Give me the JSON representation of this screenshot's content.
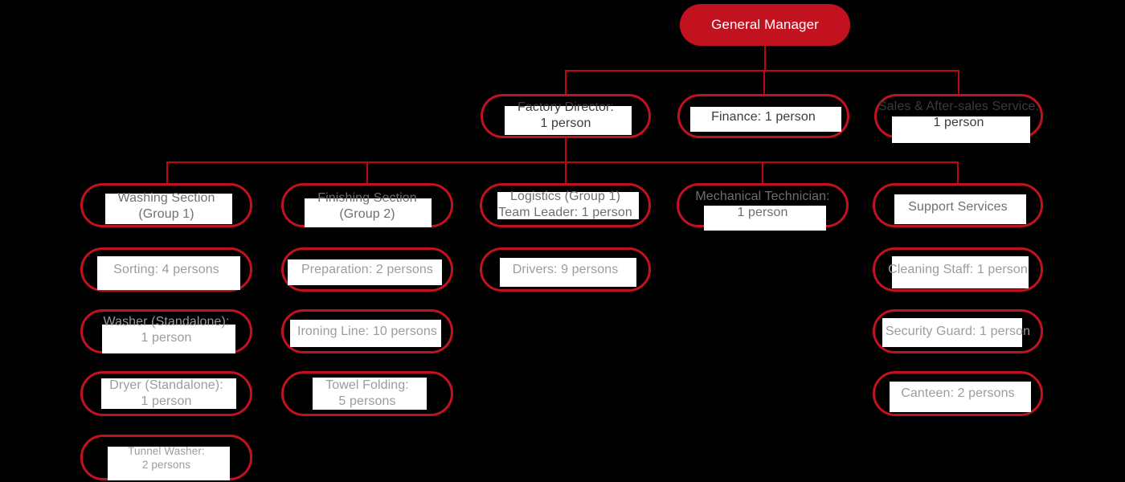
{
  "org": {
    "nodes": [
      {
        "id": "general-manager",
        "level": 1,
        "parent": null,
        "lines": [
          "General Manager"
        ]
      },
      {
        "id": "factory-director",
        "level": 2,
        "parent": "general-manager",
        "lines": [
          "Factory Director:",
          "1 person"
        ]
      },
      {
        "id": "finance",
        "level": 2,
        "parent": "general-manager",
        "lines": [
          "Finance: 1 person"
        ]
      },
      {
        "id": "sales-after-sales",
        "level": 2,
        "parent": "general-manager",
        "lines": [
          "Sales & After-sales Service:",
          "1 person"
        ]
      },
      {
        "id": "washing-section",
        "level": 3,
        "parent": "factory-director",
        "lines": [
          "Washing Section",
          "(Group 1)"
        ]
      },
      {
        "id": "finishing-section",
        "level": 3,
        "parent": "factory-director",
        "lines": [
          "Finishing Section",
          "(Group 2)"
        ]
      },
      {
        "id": "logistics",
        "level": 3,
        "parent": "factory-director",
        "lines": [
          "Logistics (Group 1)",
          "Team Leader: 1 person"
        ]
      },
      {
        "id": "mechanical-technician",
        "level": 3,
        "parent": "factory-director",
        "lines": [
          "Mechanical Technician:",
          "1 person"
        ]
      },
      {
        "id": "support-services",
        "level": 3,
        "parent": "factory-director",
        "lines": [
          "Support Services"
        ]
      },
      {
        "id": "sorting",
        "level": 4,
        "parent": "washing-section",
        "lines": [
          "Sorting: 4 persons"
        ]
      },
      {
        "id": "washer-standalone",
        "level": 4,
        "parent": "washing-section",
        "lines": [
          "Washer (Standalone):",
          "1 person"
        ]
      },
      {
        "id": "dryer-standalone",
        "level": 4,
        "parent": "washing-section",
        "lines": [
          "Dryer (Standalone):",
          "1 person"
        ]
      },
      {
        "id": "tunnel-washer",
        "level": 4,
        "parent": "washing-section",
        "lines": [
          "Tunnel Washer:",
          "2 persons"
        ]
      },
      {
        "id": "preparation",
        "level": 4,
        "parent": "finishing-section",
        "lines": [
          "Preparation: 2 persons"
        ]
      },
      {
        "id": "ironing-line",
        "level": 4,
        "parent": "finishing-section",
        "lines": [
          "Ironing Line: 10 persons"
        ]
      },
      {
        "id": "towel-folding",
        "level": 4,
        "parent": "finishing-section",
        "lines": [
          "Towel Folding:",
          "5 persons"
        ]
      },
      {
        "id": "drivers",
        "level": 4,
        "parent": "logistics",
        "lines": [
          "Drivers: 9 persons"
        ]
      },
      {
        "id": "cleaning-staff",
        "level": 4,
        "parent": "support-services",
        "lines": [
          "Cleaning Staff: 1 person"
        ]
      },
      {
        "id": "security-guard",
        "level": 4,
        "parent": "support-services",
        "lines": [
          "Security Guard: 1 person"
        ]
      },
      {
        "id": "canteen",
        "level": 4,
        "parent": "support-services",
        "lines": [
          "Canteen: 2 persons"
        ]
      }
    ],
    "colors": {
      "background": "#000000",
      "accent_red": "#c2121f",
      "connector_red": "#c00612",
      "label_background": "#ffffff",
      "root_text": "#ffffff",
      "level2_text": "#3c3c3c",
      "level3_text": "#6f6f6f",
      "level4_text": "#9c9c9c"
    }
  }
}
